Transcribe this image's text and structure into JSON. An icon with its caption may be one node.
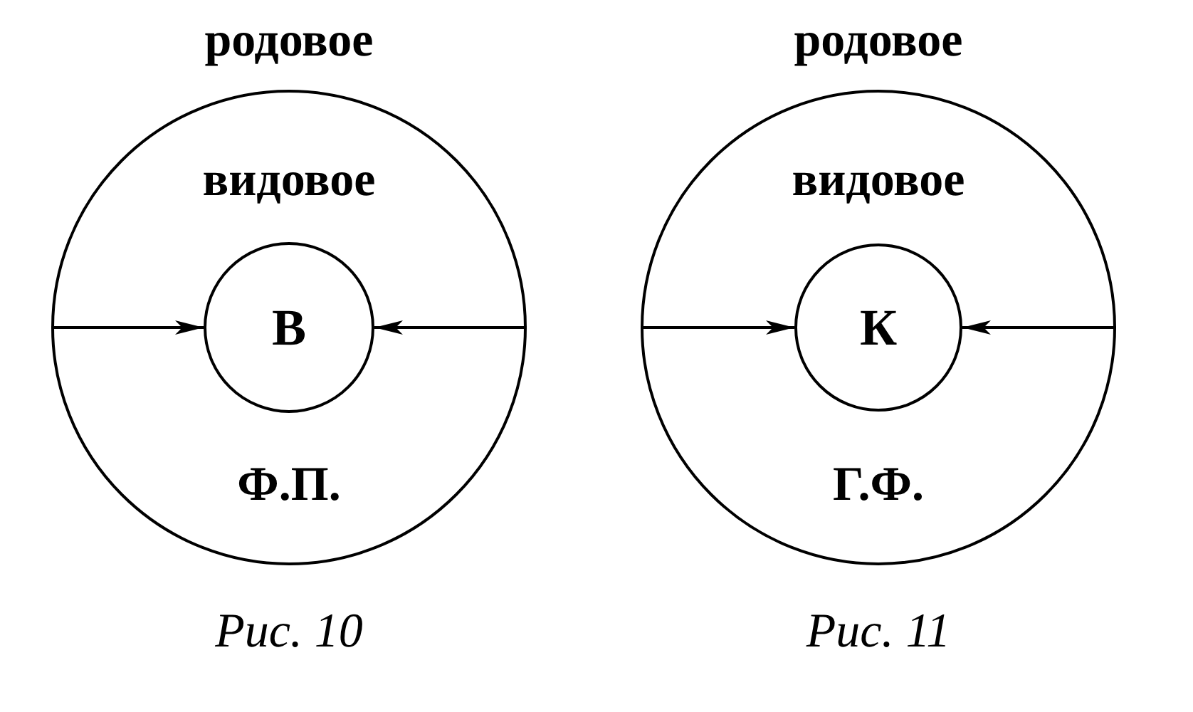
{
  "diagram": {
    "nodes": [
      {
        "text": [
          "родовое",
          "видовое",
          "Ф.П."
        ]
      },
      {
        "text": [
          "В"
        ],
        "in": 0
      },
      {
        "text": [
          "родовое",
          "видовое",
          "Г.Ф."
        ]
      },
      {
        "text": [
          "К"
        ],
        "in": 2
      }
    ],
    "edges": [
      {
        "from": 0,
        "to": 1,
        "arrow": "to"
      },
      {
        "from": 0,
        "to": 1,
        "arrow": "to"
      },
      {
        "from": 2,
        "to": 3,
        "arrow": "to"
      },
      {
        "from": 2,
        "to": 3,
        "arrow": "to"
      }
    ],
    "labels": [
      "Рис. 10",
      "Рис. 11"
    ]
  }
}
